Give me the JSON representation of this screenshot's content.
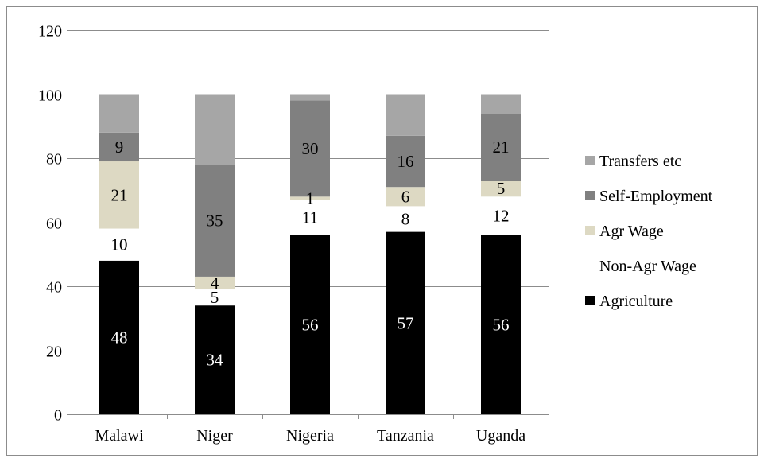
{
  "chart_data": {
    "type": "bar",
    "stacked": true,
    "categories": [
      "Malawi",
      "Niger",
      "Nigeria",
      "Tanzania",
      "Uganda"
    ],
    "series": [
      {
        "name": "Agriculture",
        "color": "#000000",
        "label_color": "#ffffff",
        "values": [
          48,
          34,
          56,
          57,
          56
        ]
      },
      {
        "name": "Non-Agr Wage",
        "color": "#ffffff",
        "label_color": "#000000",
        "values": [
          10,
          5,
          11,
          8,
          12
        ]
      },
      {
        "name": "Agr Wage",
        "color": "#ddd9c3",
        "label_color": "#000000",
        "values": [
          21,
          4,
          1,
          6,
          5
        ]
      },
      {
        "name": "Self-Employment",
        "color": "#808080",
        "label_color": "#000000",
        "values": [
          9,
          35,
          30,
          16,
          21
        ]
      },
      {
        "name": "Transfers etc",
        "color": "#a6a6a6",
        "label_color": "#000000",
        "values": [
          12,
          22,
          2,
          13,
          6
        ]
      }
    ],
    "data_labels": [
      [
        "48",
        "34",
        "56",
        "57",
        "56"
      ],
      [
        "10",
        "5",
        "11",
        "8",
        "12"
      ],
      [
        "21",
        "4",
        "1",
        "6",
        "5"
      ],
      [
        "9",
        "35",
        "30",
        "16",
        "21"
      ],
      [
        "",
        "",
        "",
        "",
        ""
      ]
    ],
    "y_ticks": [
      "0",
      "20",
      "40",
      "60",
      "80",
      "100",
      "120"
    ],
    "ylim": [
      0,
      120
    ],
    "grid": true,
    "legend_position": "right",
    "legend_order": [
      "Transfers etc",
      "Self-Employment",
      "Agr Wage",
      "Non-Agr Wage",
      "Agriculture"
    ],
    "title": "",
    "xlabel": "",
    "ylabel": ""
  }
}
